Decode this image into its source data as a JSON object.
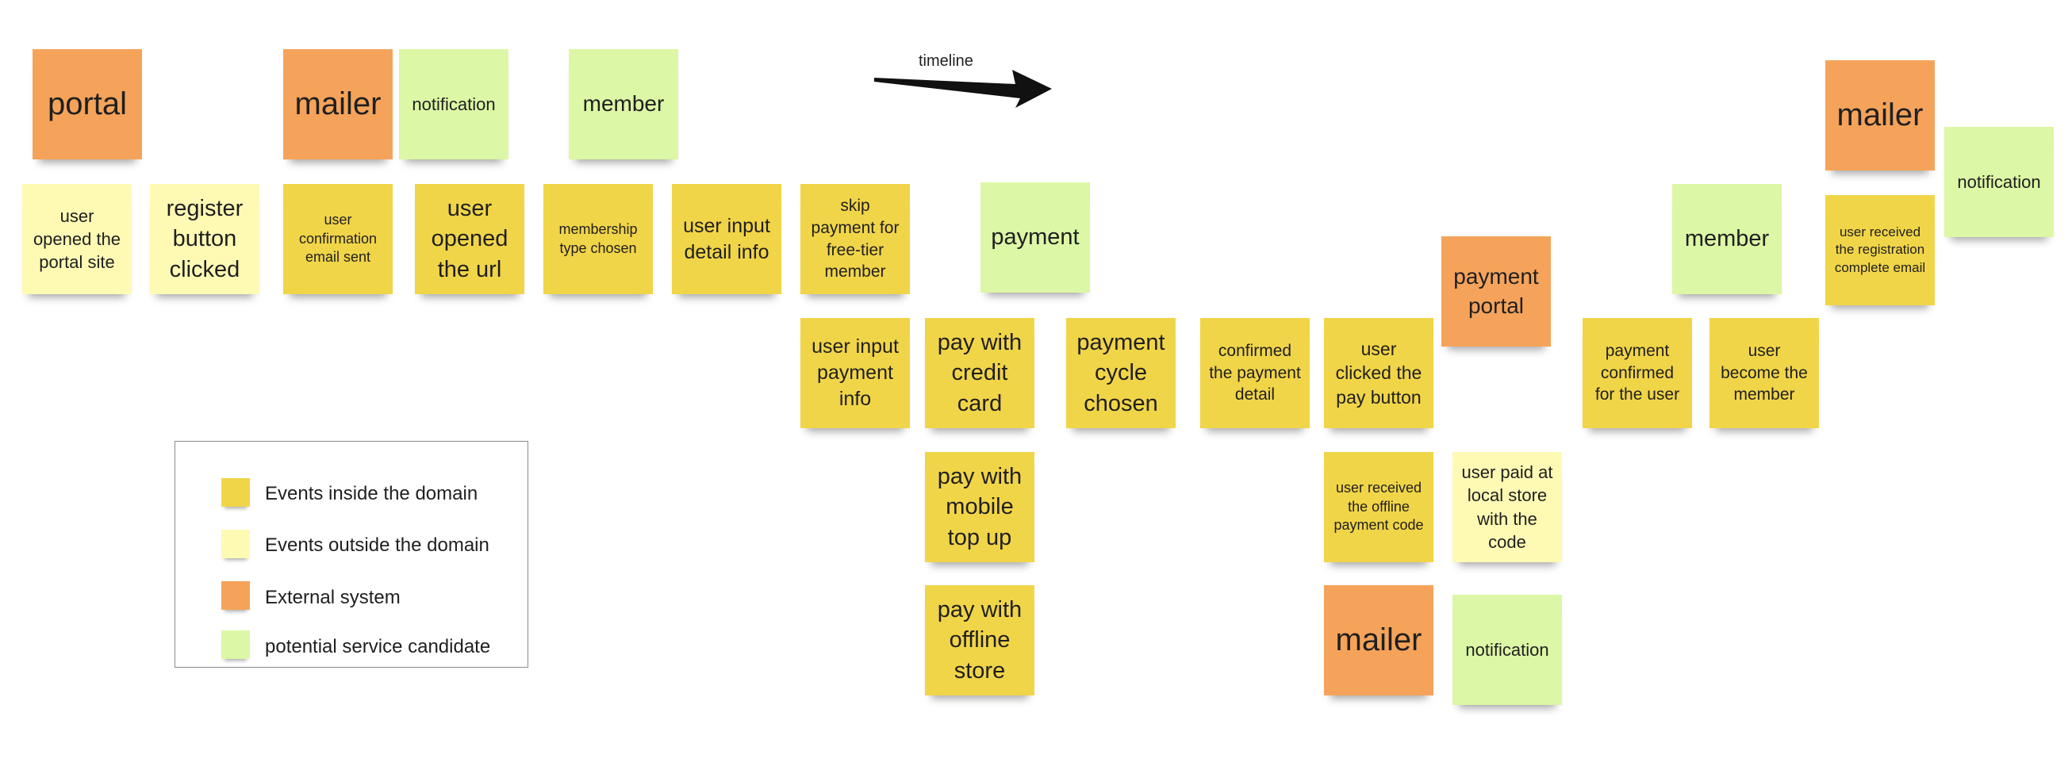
{
  "colors": {
    "event_inside": "#f1d548",
    "event_outside": "#fefab4",
    "external_system": "#f5a35a",
    "service_candidate": "#dcf7a5"
  },
  "timeline": {
    "label": "timeline"
  },
  "notes": {
    "portal": "portal",
    "mailer_1": "mailer",
    "notification_1": "notification",
    "member_1": "member",
    "user_opened_portal": "user opened the portal site",
    "register_clicked": "register button clicked",
    "confirmation_email_sent": "user confirmation email sent",
    "opened_url": "user opened the url",
    "membership_type_chosen": "membership type chosen",
    "user_input_detail": "user input detail info",
    "skip_payment": "skip payment for free-tier member",
    "user_input_payment": "user input payment info",
    "payment": "payment",
    "pay_credit_card": "pay with credit card",
    "pay_mobile_topup": "pay with mobile top up",
    "pay_offline_store": "pay with offline store",
    "payment_cycle_chosen": "payment cycle chosen",
    "confirmed_payment_detail": "confirmed the payment detail",
    "clicked_pay_button": "user clicked the pay button",
    "received_offline_code": "user received the offline payment code",
    "mailer_2": "mailer",
    "payment_portal": "payment portal",
    "paid_local_store": "user paid at local store with the code",
    "notification_2": "notification",
    "payment_confirmed": "payment confirmed for the user",
    "member_2": "member",
    "user_become_member": "user become the member",
    "mailer_3": "mailer",
    "registration_complete_email": "user received the registration complete email",
    "notification_3": "notification"
  },
  "legend": {
    "items": [
      {
        "label": "Events inside the domain",
        "color": "#f1d548"
      },
      {
        "label": "Events outside the domain",
        "color": "#fefab4"
      },
      {
        "label": "External system",
        "color": "#f5a35a"
      },
      {
        "label": "potential service candidate",
        "color": "#dcf7a5"
      }
    ]
  }
}
